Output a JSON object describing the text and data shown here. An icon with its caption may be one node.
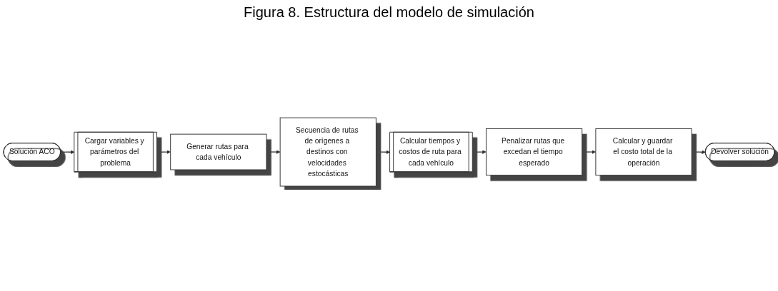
{
  "diagram": {
    "title": "Figura 8. Estructura del modelo de simulación",
    "nodes": [
      {
        "text": [
          "Solución ACO"
        ]
      },
      {
        "text": [
          "Cargar variables y parámetros del problema"
        ]
      },
      {
        "text": [
          "Generar rutas para cada vehículo"
        ]
      },
      {
        "text": [
          "Secuencia de rutas de orígenes a destinos con velocidades estocásticas"
        ]
      },
      {
        "text": [
          "Calcular tiempos y costos de ruta para cada vehículo"
        ]
      },
      {
        "text": [
          "Penalizar rutas que excedan el tiempo esperado"
        ]
      },
      {
        "text": [
          "Calcular y guardar el costo total de la operación"
        ]
      },
      {
        "text": [
          "Devolver solución"
        ]
      }
    ],
    "edges": [
      {
        "from": 0,
        "to": 1,
        "arrow": "to"
      },
      {
        "from": 1,
        "to": 2,
        "arrow": "to"
      },
      {
        "from": 2,
        "to": 3,
        "arrow": "to"
      },
      {
        "from": 3,
        "to": 4,
        "arrow": "to"
      },
      {
        "from": 4,
        "to": 5,
        "arrow": "to"
      },
      {
        "from": 5,
        "to": 6,
        "arrow": "to"
      },
      {
        "from": 6,
        "to": 7,
        "arrow": "to"
      }
    ]
  }
}
